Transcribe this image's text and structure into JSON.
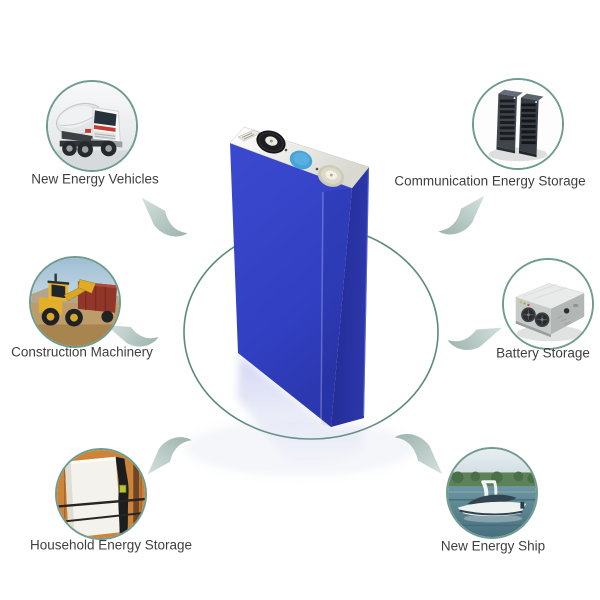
{
  "diagram": {
    "center_icon": "prismatic-battery-cell",
    "ring_icon": "connecting-circle"
  },
  "items": [
    {
      "label": "New Energy Vehicles",
      "icon": "mixer-truck-photo"
    },
    {
      "label": "Communication Energy Storage",
      "icon": "telecom-battery-rack-photo"
    },
    {
      "label": "Construction Machinery",
      "icon": "wheel-loader-photo"
    },
    {
      "label": "Battery Storage",
      "icon": "battery-cabinet-photo"
    },
    {
      "label": "Household Energy Storage",
      "icon": "home-battery-photo"
    },
    {
      "label": "New Energy Ship",
      "icon": "electric-boat-photo"
    }
  ],
  "arrows": [
    "up-left",
    "up-right",
    "left",
    "right",
    "down-left",
    "down-right"
  ],
  "colors": {
    "battery_blue": "#3443c6",
    "battery_blue_dark": "#27309c",
    "battery_top": "#f2f2ec",
    "terminal_blue": "#47a4d9",
    "ring_teal": "#4a7c6f",
    "circle_ring": "#6f9c8e",
    "arrow_teal": "#b3c7c1",
    "label_text": "#3f3f3f",
    "background": "#ffffff"
  }
}
